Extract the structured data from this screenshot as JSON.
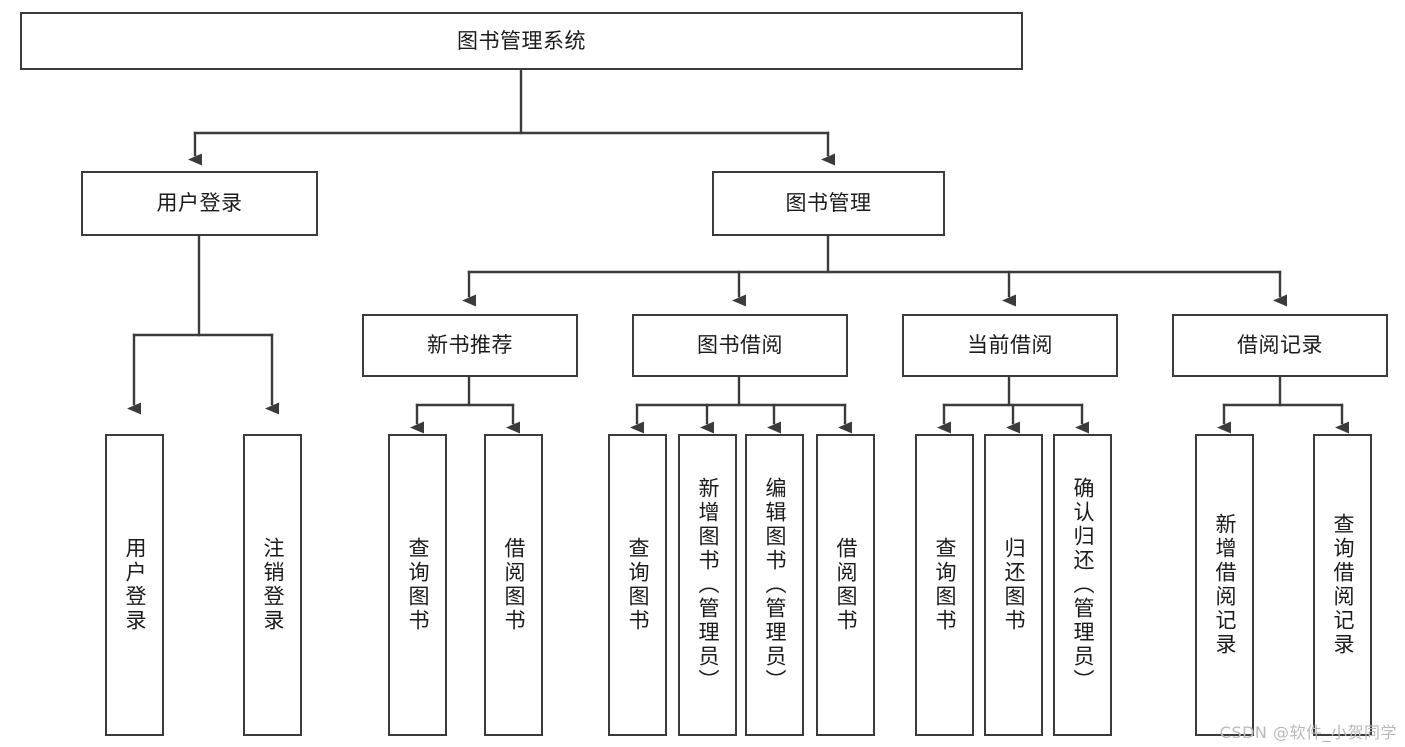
{
  "diagram": {
    "title": "图书管理系统",
    "watermark": "CSDN @软件_小贺同学",
    "stroke_color": "#3b3b3b",
    "text_color": "#1b1b1b",
    "background": "#ffffff",
    "nodes": {
      "root": "图书管理系统",
      "level2": [
        {
          "id": "user-login",
          "label": "用户登录"
        },
        {
          "id": "book-manage",
          "label": "图书管理"
        }
      ],
      "level3": [
        {
          "id": "new-book-recommend",
          "label": "新书推荐"
        },
        {
          "id": "book-borrow",
          "label": "图书借阅"
        },
        {
          "id": "current-borrow",
          "label": "当前借阅"
        },
        {
          "id": "borrow-record",
          "label": "借阅记录"
        }
      ],
      "leaves": [
        {
          "id": "leaf-user-login",
          "label": "用户登录"
        },
        {
          "id": "leaf-logout-login",
          "label": "注销登录"
        },
        {
          "id": "leaf-query-book-1",
          "label": "查询图书"
        },
        {
          "id": "leaf-borrow-book-1",
          "label": "借阅图书"
        },
        {
          "id": "leaf-query-book-2",
          "label": "查询图书"
        },
        {
          "id": "leaf-add-book",
          "label": "新增图书（管理员）"
        },
        {
          "id": "leaf-edit-book",
          "label": "编辑图书（管理员）"
        },
        {
          "id": "leaf-borrow-book-2",
          "label": "借阅图书"
        },
        {
          "id": "leaf-query-book-3",
          "label": "查询图书"
        },
        {
          "id": "leaf-return-book",
          "label": "归还图书"
        },
        {
          "id": "leaf-confirm-return",
          "label": "确认归还（管理员）"
        },
        {
          "id": "leaf-add-record",
          "label": "新增借阅记录"
        },
        {
          "id": "leaf-query-record",
          "label": "查询借阅记录"
        }
      ]
    }
  }
}
